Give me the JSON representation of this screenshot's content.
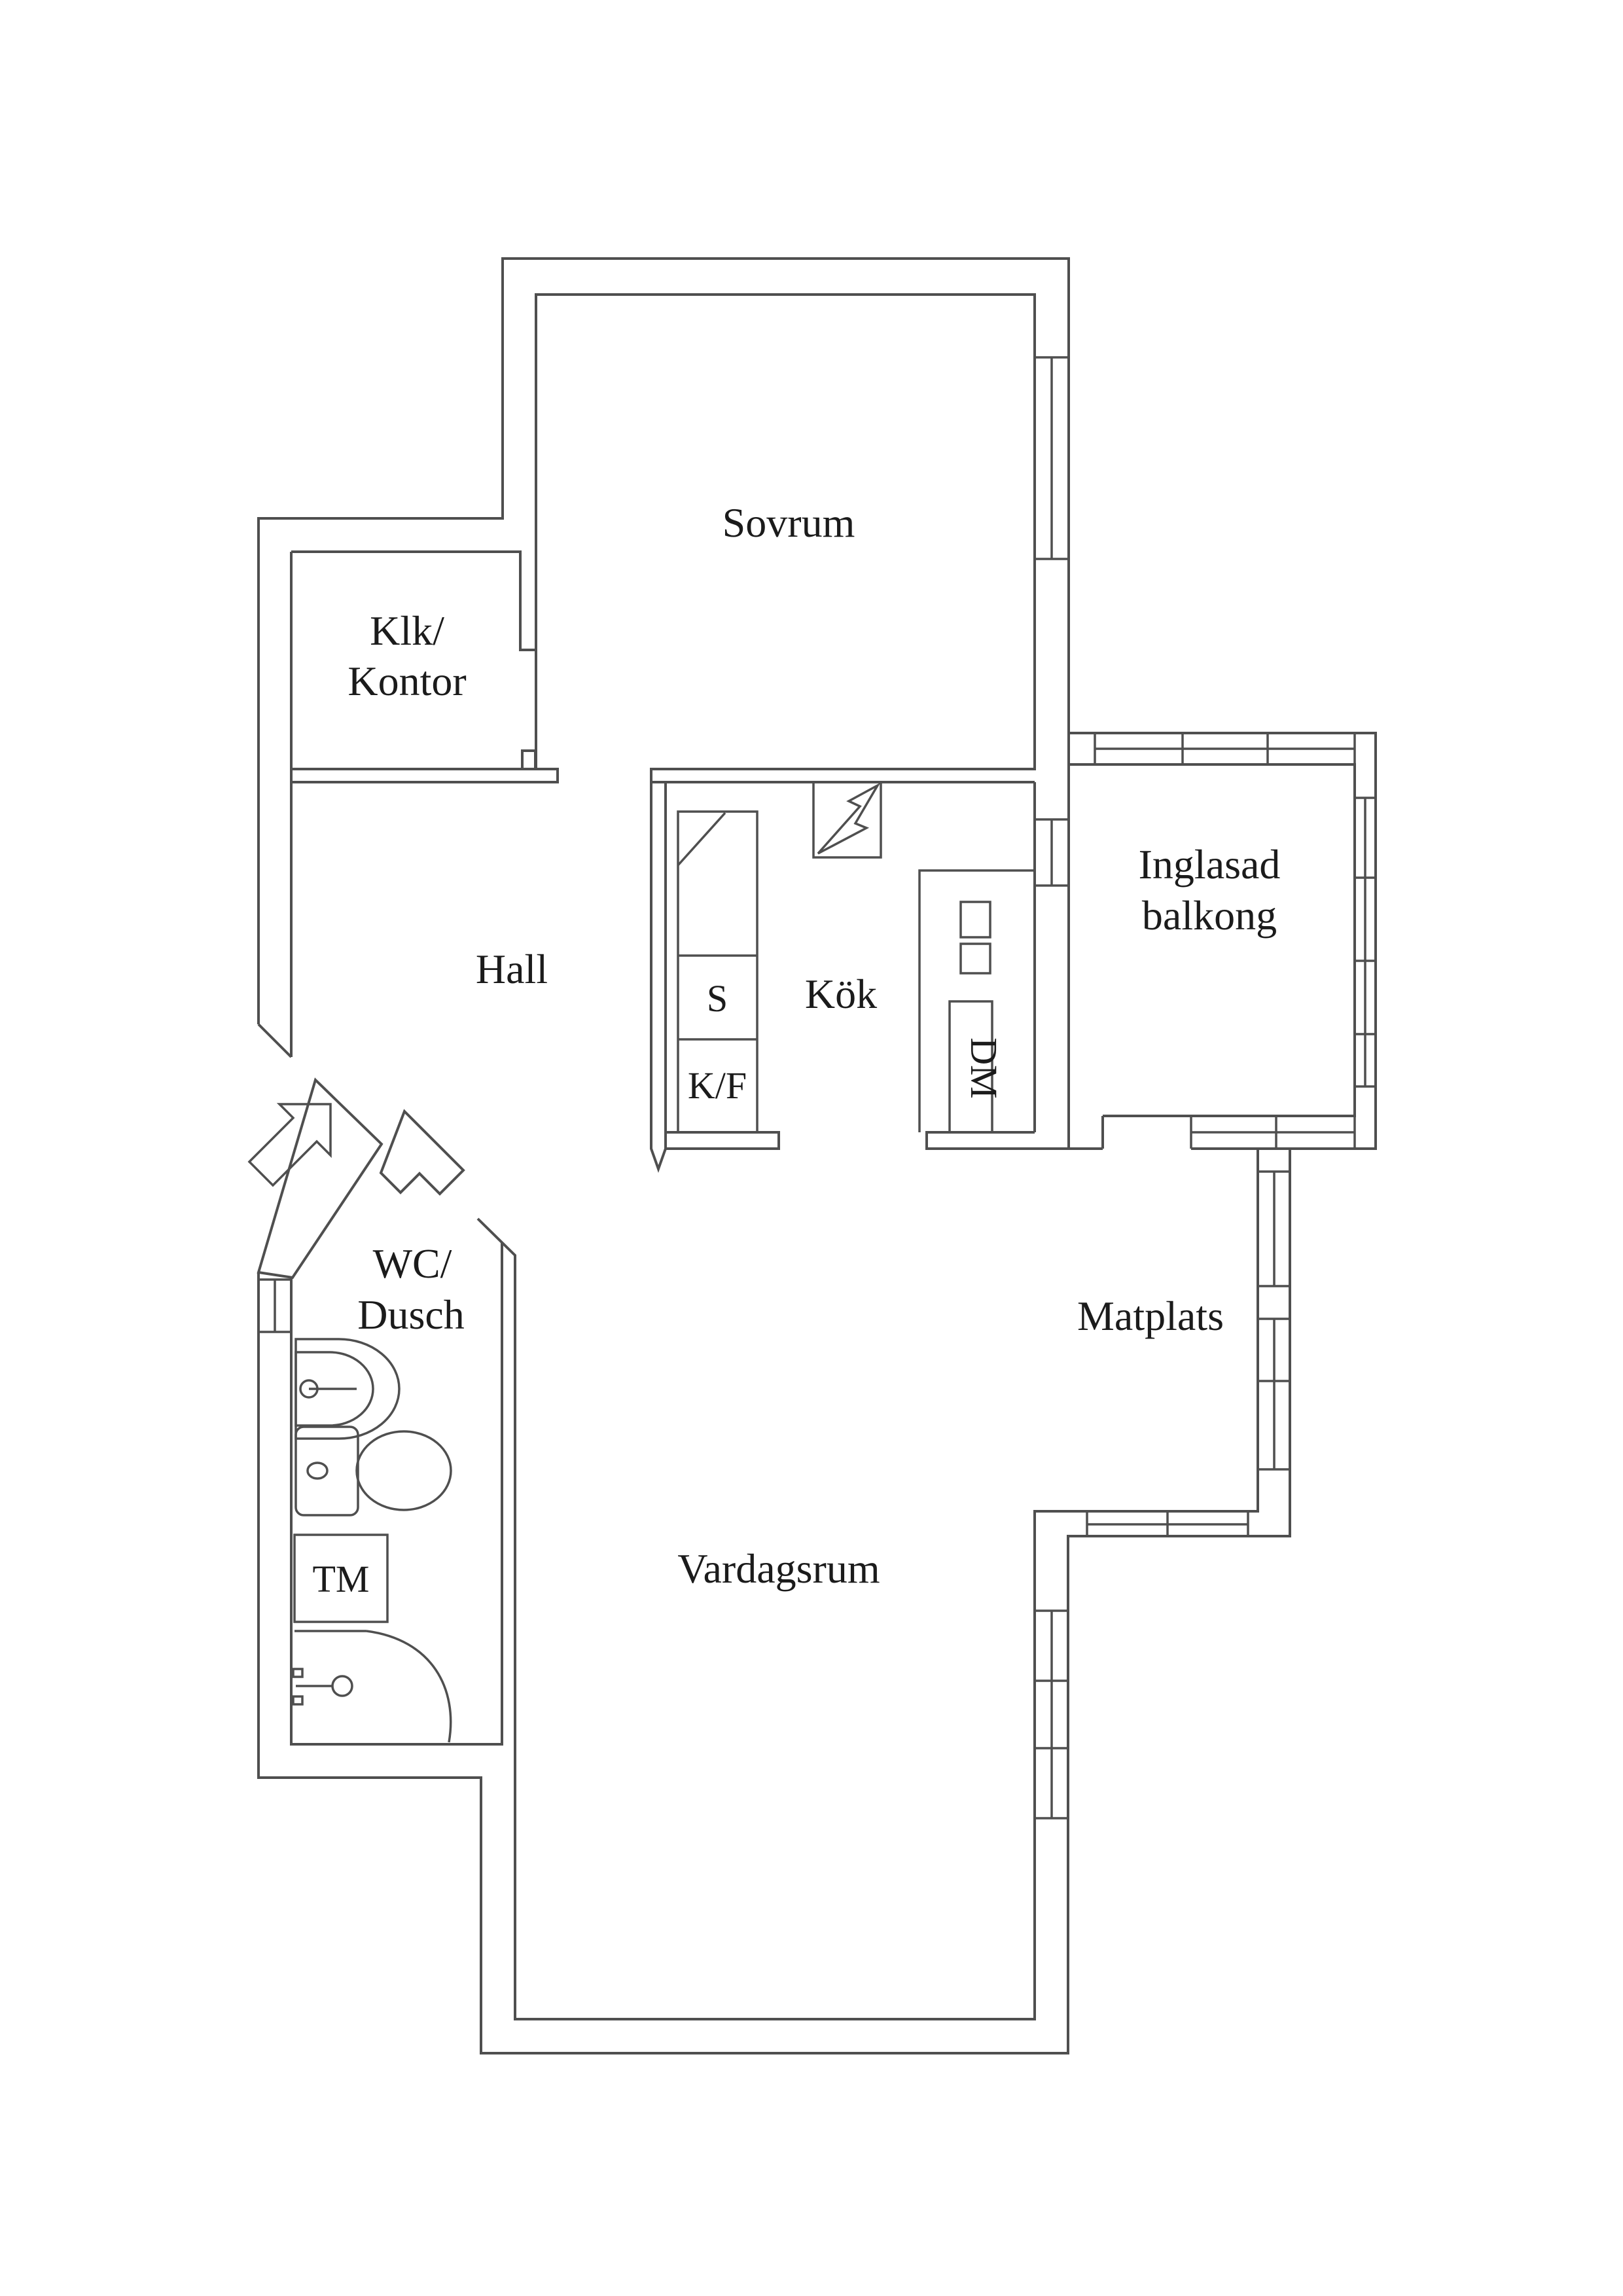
{
  "colors": {
    "background": "#ffffff",
    "wall_line": "#4f4f4f",
    "label_text": "#1b1b1b"
  },
  "labels": {
    "sovrum": "Sovrum",
    "klk_line1": "Klk/",
    "klk_line2": "Kontor",
    "hall": "Hall",
    "kok": "Kök",
    "s_cabinet": "S",
    "kf_cabinet": "K/F",
    "dm": "DM",
    "inglasad_line1": "Inglasad",
    "inglasad_line2": "balkong",
    "wc_line1": "WC/",
    "wc_line2": "Dusch",
    "matplats": "Matplats",
    "vardagsrum": "Vardagsrum",
    "tm": "TM"
  }
}
